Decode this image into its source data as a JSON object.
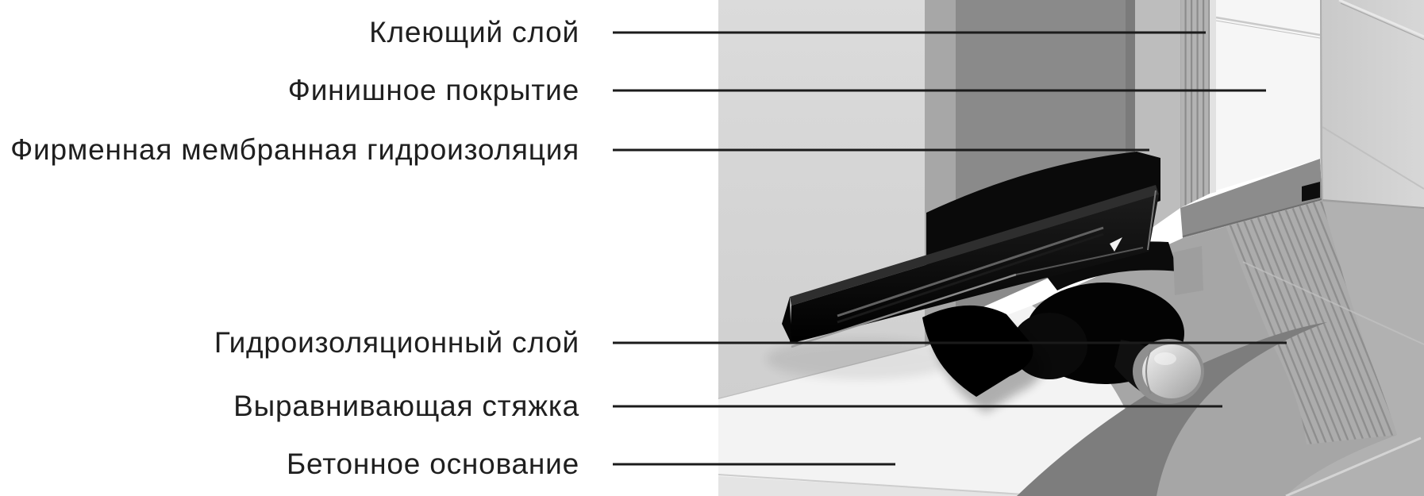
{
  "diagram": {
    "title": "",
    "labels": [
      "Клеющий слой",
      "Финишное покрытие",
      "Фирменная мембранная гидроизоляция",
      "Гидроизоляционный слой",
      "Выравнивающая стяжка",
      "Бетонное основание"
    ],
    "colors": {
      "text": "#1f1f1f",
      "leader_line": "#1b1b1b",
      "back_wall": "#d8d8d8",
      "wall_pillar": "#8a8a8a",
      "wall_membrane_strip": "#bdbdbd",
      "adhesive_comb": "#b3b3b3",
      "finish_tile": "#f6f6f6",
      "right_wall": "#d0d0d0",
      "skirting": "#8c8c8c",
      "concrete_base": "#f3f3f3",
      "screed_band": "#7d7d7d",
      "floor_membrane": "#a6a6a6",
      "floor_tiles": "#b1b1b1",
      "drain_black": "#0d0d0d",
      "chrome_pipe": "#d8d8d8"
    }
  }
}
